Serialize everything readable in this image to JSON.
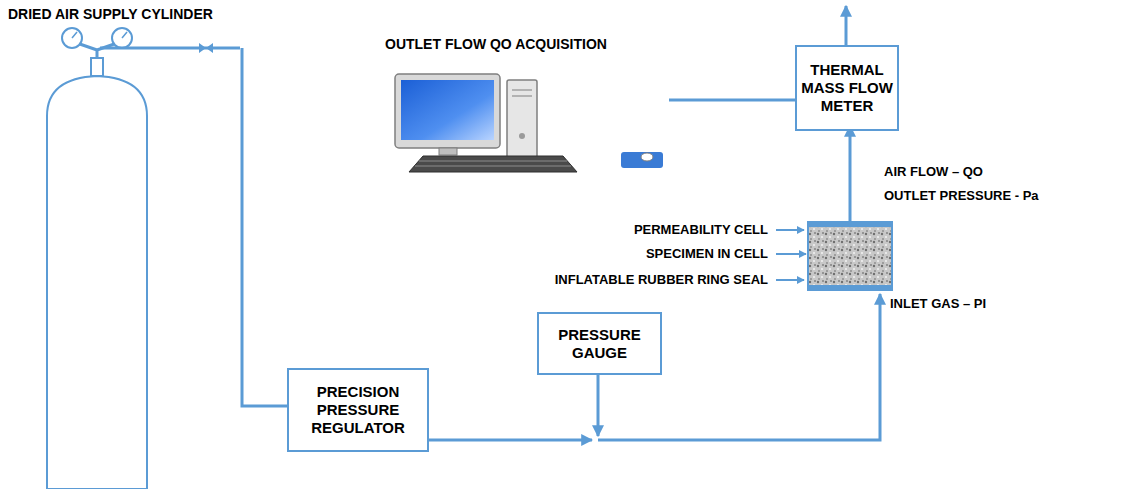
{
  "diagram": {
    "nodes": [
      {
        "text": [
          "DRIED AIR SUPPLY CYLINDER"
        ]
      },
      {
        "text": [
          "OUTLET FLOW QO ACQUISITION"
        ]
      },
      {
        "text": [
          "THERMAL MASS FLOW METER"
        ]
      },
      {
        "text": [
          "PRESSURE GAUGE"
        ]
      },
      {
        "text": [
          "PRECISION PRESSURE REGULATOR"
        ]
      }
    ],
    "edges": [
      {
        "from": 0,
        "to": 4,
        "arrow": "none"
      },
      {
        "from": 2,
        "to": 1,
        "arrow": "none"
      }
    ],
    "labels": [
      "PERMEABILITY CELL",
      "SPECIMEN IN CELL",
      "INFLATABLE RUBBER RING SEAL",
      "AIR FLOW – QO",
      "OUTLET PRESSURE - Pa",
      "INLET GAS – PI"
    ]
  }
}
